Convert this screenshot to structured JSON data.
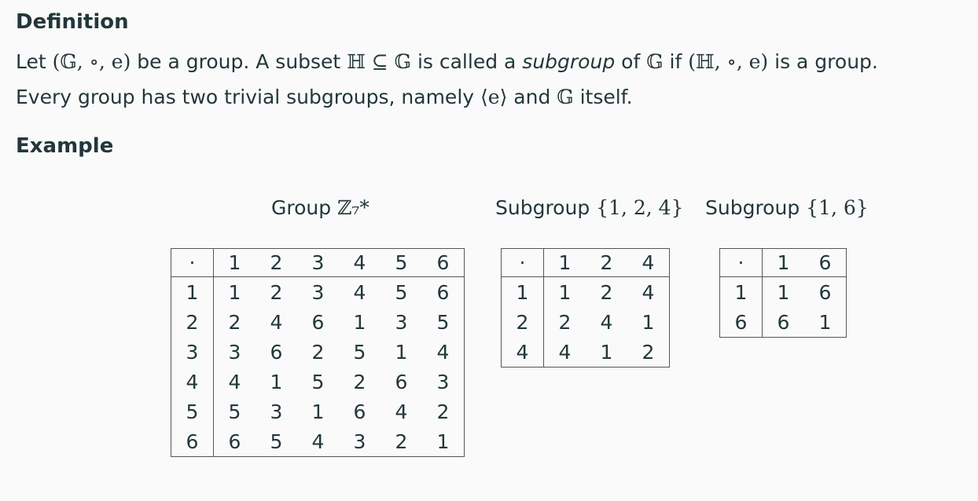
{
  "definition": {
    "title": "Definition",
    "line1": {
      "let": "Let ",
      "tuple_g": "(𝔾, ∘, e)",
      "mid1": " be a group. A subset ",
      "subset_expr": "ℍ ⊆ 𝔾",
      "mid2": " is called a ",
      "term": "subgroup",
      "mid3": " of ",
      "g": "𝔾",
      "mid4": " if ",
      "tuple_h": "(ℍ, ∘, e)",
      "end": " is a group."
    },
    "line2": {
      "start": "Every group has two trivial subgroups, namely ",
      "trivial": "⟨e⟩",
      "mid": " and ",
      "g": "𝔾",
      "end": " itself."
    }
  },
  "example": {
    "title": "Example",
    "captions": {
      "z7_prefix": "Group ",
      "z7_math": "ℤ₇*",
      "sub124_prefix": "Subgroup ",
      "sub124_math": "{1, 2, 4}",
      "sub16_prefix": "Subgroup ",
      "sub16_math": "{1, 6}"
    },
    "tables": {
      "z7": [
        [
          "·",
          "1",
          "2",
          "3",
          "4",
          "5",
          "6"
        ],
        [
          "1",
          "1",
          "2",
          "3",
          "4",
          "5",
          "6"
        ],
        [
          "2",
          "2",
          "4",
          "6",
          "1",
          "3",
          "5"
        ],
        [
          "3",
          "3",
          "6",
          "2",
          "5",
          "1",
          "4"
        ],
        [
          "4",
          "4",
          "1",
          "5",
          "2",
          "6",
          "3"
        ],
        [
          "5",
          "5",
          "3",
          "1",
          "6",
          "4",
          "2"
        ],
        [
          "6",
          "6",
          "5",
          "4",
          "3",
          "2",
          "1"
        ]
      ],
      "sub124": [
        [
          "·",
          "1",
          "2",
          "4"
        ],
        [
          "1",
          "1",
          "2",
          "4"
        ],
        [
          "2",
          "2",
          "4",
          "1"
        ],
        [
          "4",
          "4",
          "1",
          "2"
        ]
      ],
      "sub16": [
        [
          "·",
          "1",
          "6"
        ],
        [
          "1",
          "1",
          "6"
        ],
        [
          "6",
          "6",
          "1"
        ]
      ]
    }
  }
}
